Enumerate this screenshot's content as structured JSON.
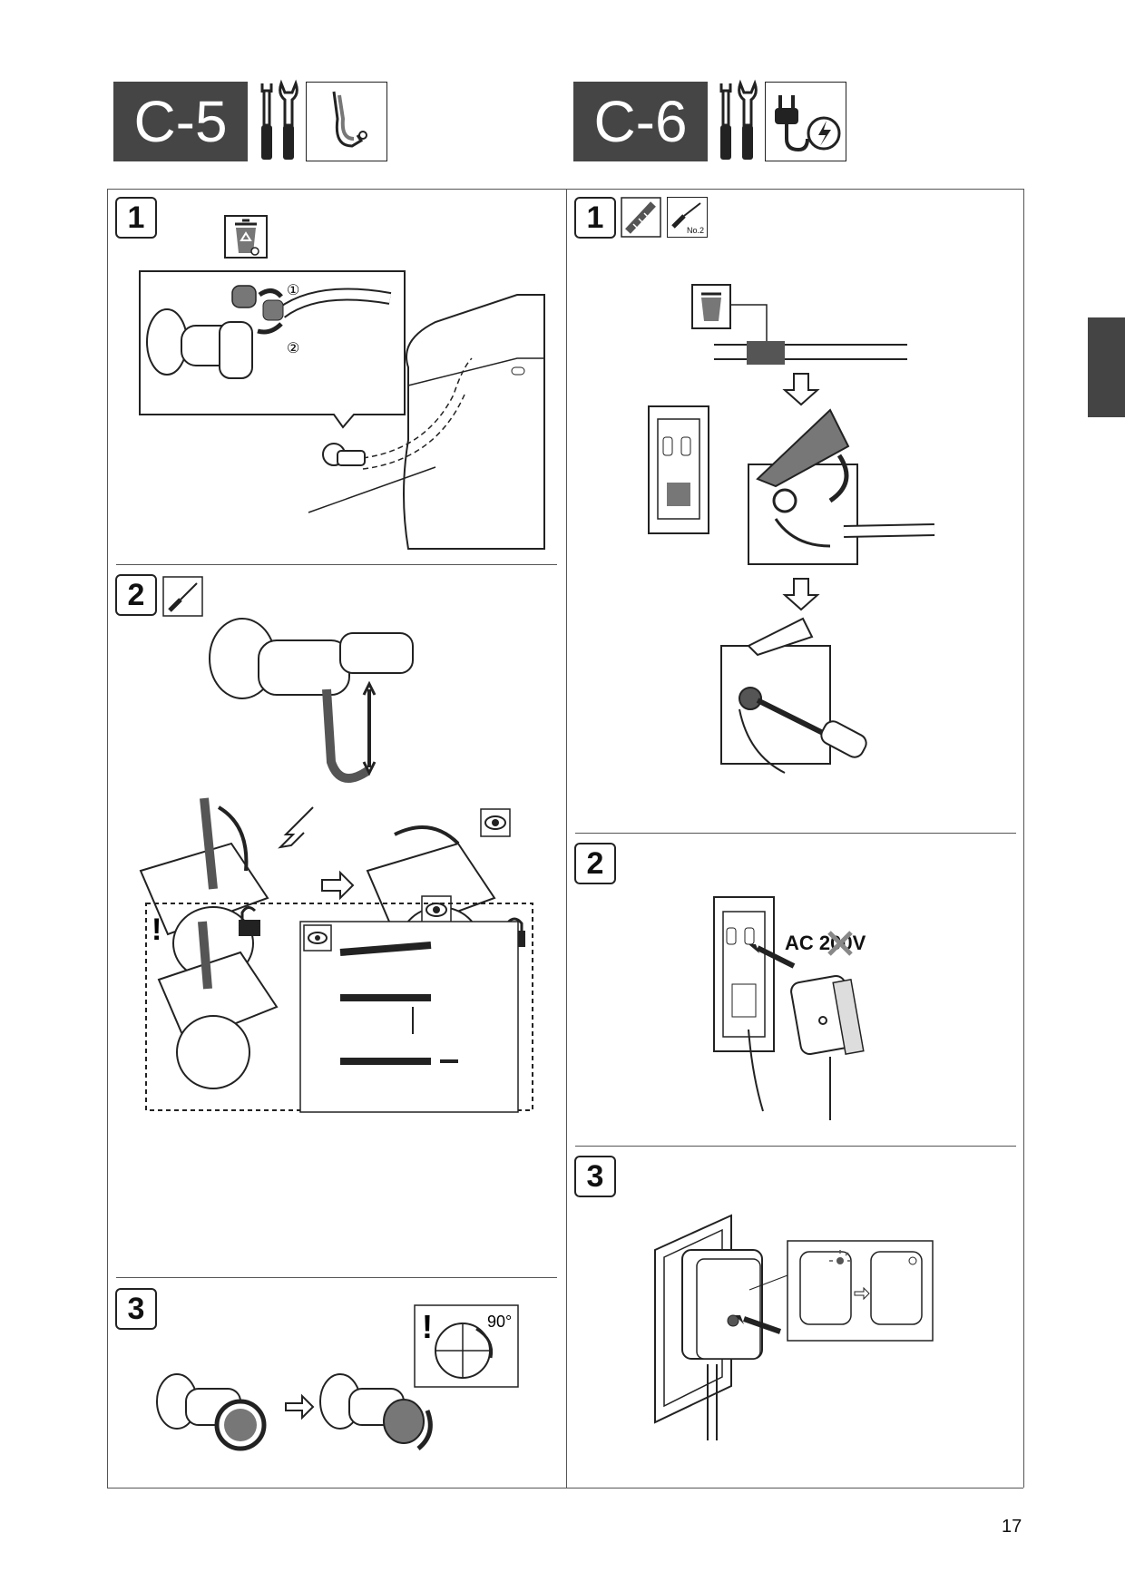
{
  "sections": {
    "c5": {
      "label": "C-5",
      "icons": [
        "wrench-icon",
        "clip-icon"
      ]
    },
    "c6": {
      "label": "C-6",
      "icons": [
        "wrench-icon",
        "power-plug-icon"
      ]
    }
  },
  "c5_steps": {
    "step1": {
      "number": "1",
      "callouts": [
        "①",
        "②"
      ],
      "icons": [
        "recycle-bin-icon"
      ]
    },
    "step2": {
      "number": "2",
      "icons": [
        "screwdriver-icon",
        "eye-icon",
        "lock-icon",
        "unlock-icon",
        "warning-icon"
      ]
    },
    "step3": {
      "number": "3",
      "angle_label": "90°",
      "icons": [
        "warning-icon"
      ]
    }
  },
  "c6_steps": {
    "step1": {
      "number": "1",
      "tool_label": "No.2",
      "icons": [
        "cutter-icon",
        "screwdriver-icon",
        "recycle-bin-icon"
      ]
    },
    "step2": {
      "number": "2",
      "voltage_label": "AC 200V",
      "icons": [
        "cross-icon"
      ]
    },
    "step3": {
      "number": "3",
      "icons": [
        "led-icon"
      ]
    }
  },
  "page": {
    "number": "17"
  }
}
